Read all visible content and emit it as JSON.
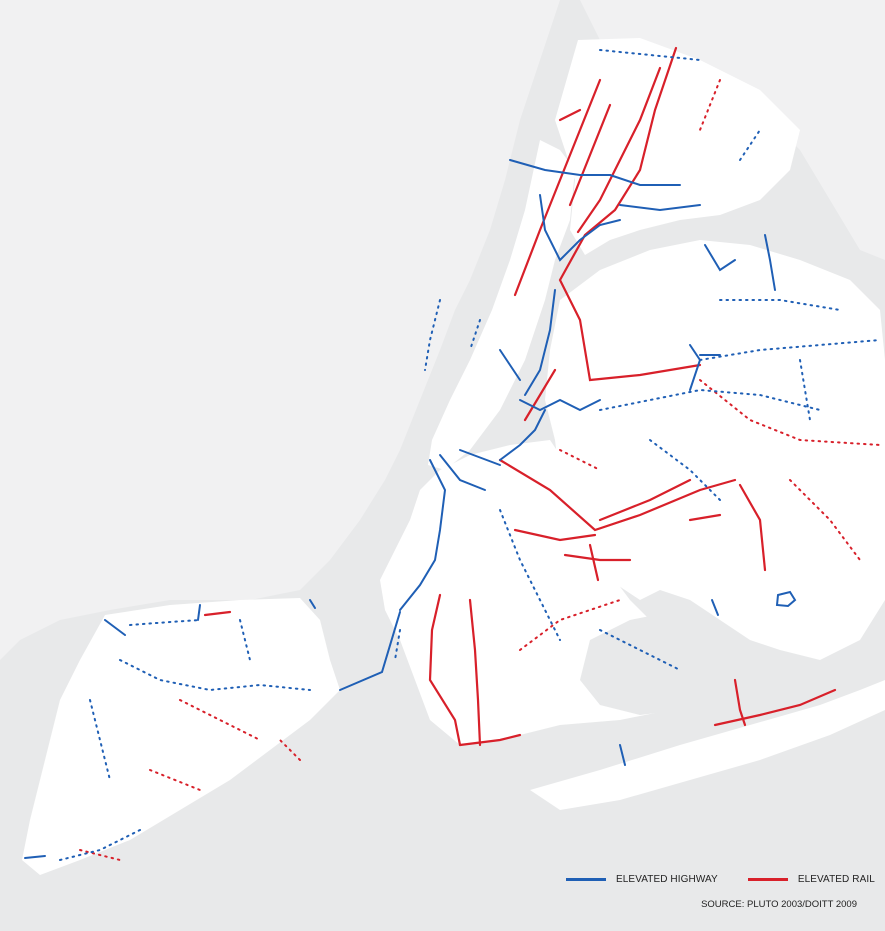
{
  "legend": {
    "items": [
      {
        "label": "ELEVATED HIGHWAY",
        "color": "#1f5fb5"
      },
      {
        "label": "ELEVATED RAIL",
        "color": "#d8202a"
      }
    ]
  },
  "source": "SOURCE: PLUTO 2003/DOITT 2009",
  "colors": {
    "water": "#e8e9ea",
    "land": "#ffffff",
    "highway": "#1f5fb5",
    "rail": "#d8202a"
  }
}
